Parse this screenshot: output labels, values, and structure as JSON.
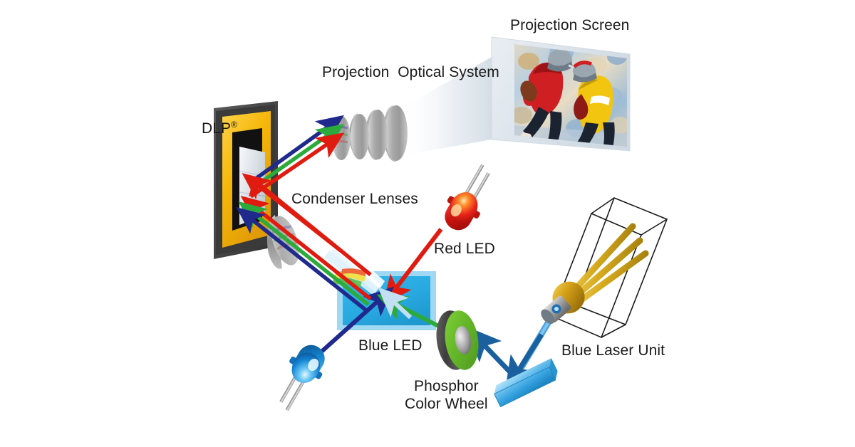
{
  "figure": {
    "title": "DLP hybrid light source projection optical path diagram",
    "background_color": "#ffffff"
  },
  "labels": {
    "projection_screen": "Projection Screen",
    "projection_optical_system": "Projection  Optical System",
    "dlp": "DLP",
    "dlp_trademark": "®",
    "condenser_lenses": "Condenser Lenses",
    "red_led": "Red LED",
    "blue_led": "Blue LED",
    "phosphor_color_wheel": "Phosphor\nColor Wheel",
    "blue_laser_unit": "Blue Laser Unit"
  },
  "colors": {
    "red_ray": "#e01b10",
    "green_ray": "#2cab3c",
    "blue_ray": "#1f2a8c",
    "laser_blue": "#1f7fc4",
    "pale_blue_ray": "#bcdcf0",
    "cube_fill": "#29abe2",
    "cube_border": "#9ed8f2",
    "dlp_gold": "#f5b70a",
    "dlp_body": "#4d4d4d",
    "wheel_green": "#6cbe2a",
    "wheel_hub": "#9a9a9a",
    "lens_gray": "#b0b0b0",
    "laser_gold": "#d4a017",
    "mirror_blue": "#4aa8e0",
    "text": "#1a1a1a"
  },
  "components": [
    {
      "id": "dlp-chip",
      "name": "DLP® digital micromirror device",
      "label": "DLP"
    },
    {
      "id": "projection-lenses",
      "name": "Projection optical system",
      "lens_count": 4
    },
    {
      "id": "projection-screen",
      "name": "Projection screen",
      "content": "sports / football action image"
    },
    {
      "id": "condenser-lens",
      "name": "Condenser lens"
    },
    {
      "id": "combiner-cube",
      "name": "Dichroic light combining cube"
    },
    {
      "id": "red-led",
      "name": "Red LED emitter"
    },
    {
      "id": "blue-led",
      "name": "Blue LED emitter"
    },
    {
      "id": "phosphor-color-wheel",
      "name": "Phosphor color wheel"
    },
    {
      "id": "blue-laser-unit",
      "name": "Blue laser diode unit"
    },
    {
      "id": "fold-mirror",
      "name": "Blue fold mirror"
    }
  ],
  "light_paths": [
    {
      "from": "red-led",
      "to": "combiner-cube",
      "color": "#e01b10"
    },
    {
      "from": "blue-led",
      "to": "combiner-cube",
      "color": "#1f2a8c"
    },
    {
      "from": "phosphor-color-wheel",
      "to": "combiner-cube",
      "color": "#2cab3c"
    },
    {
      "from": "blue-laser-unit",
      "to": "fold-mirror",
      "color": "#1f7fc4"
    },
    {
      "from": "fold-mirror",
      "to": "phosphor-color-wheel",
      "color": "#1a5f9e"
    },
    {
      "from": "combiner-cube",
      "to": "condenser-lens",
      "color": "rgb"
    },
    {
      "from": "condenser-lens",
      "to": "dlp-chip",
      "color": "rgb"
    },
    {
      "from": "dlp-chip",
      "to": "projection-lenses",
      "color": "rgb"
    },
    {
      "from": "projection-lenses",
      "to": "projection-screen",
      "color": "white-cone"
    }
  ]
}
